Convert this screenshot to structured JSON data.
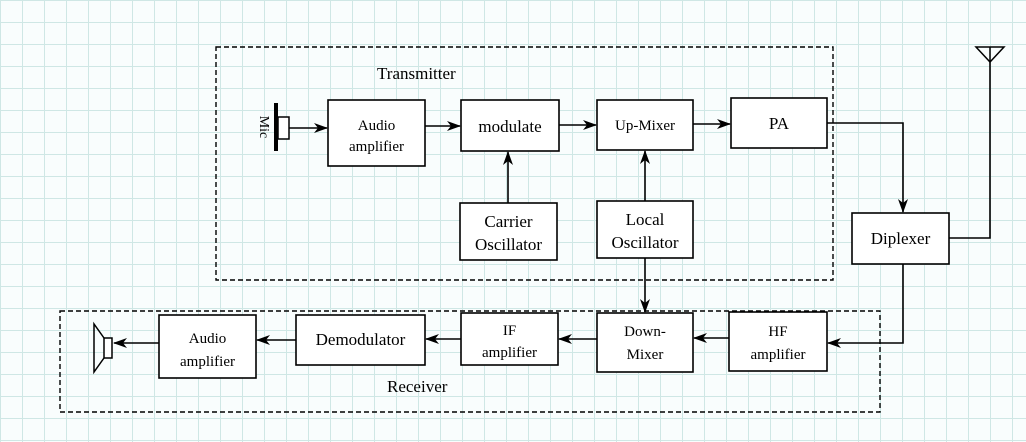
{
  "groups": {
    "transmitter": "Transmitter",
    "receiver": "Receiver"
  },
  "blocks": {
    "mic": "Mic",
    "tx_audio_amp": [
      "Audio",
      "amplifier"
    ],
    "modulate": "modulate",
    "up_mixer": "Up-Mixer",
    "pa": "PA",
    "carrier_osc": [
      "Carrier",
      "Oscillator"
    ],
    "local_osc": [
      "Local",
      "Oscillator"
    ],
    "diplexer": "Diplexer",
    "hf_amp": [
      "HF",
      "amplifier"
    ],
    "down_mixer": [
      "Down-",
      "Mixer"
    ],
    "if_amp": [
      "IF",
      "amplifier"
    ],
    "demodulator": "Demodulator",
    "rx_audio_amp": [
      "Audio",
      "amplifier"
    ]
  }
}
